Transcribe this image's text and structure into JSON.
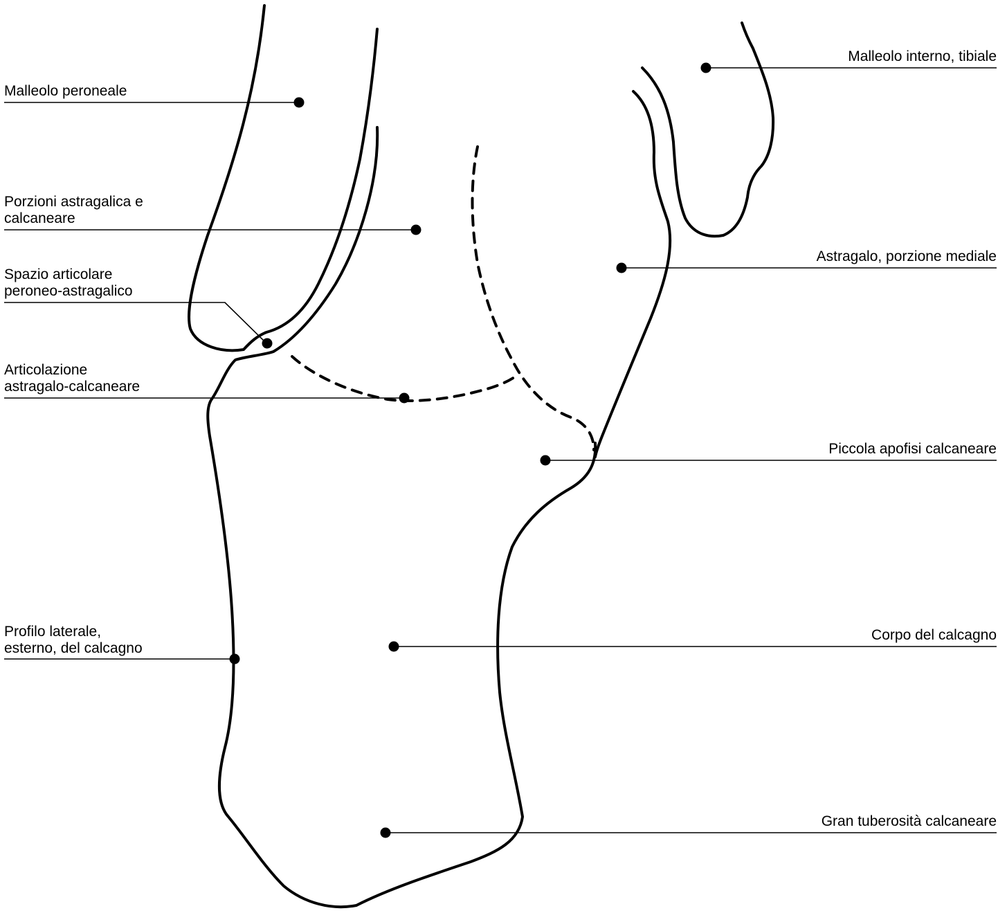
{
  "labels": {
    "malleolo_peroneale": "Malleolo peroneale",
    "porzioni": [
      "Porzioni astragalica e",
      "calcaneare"
    ],
    "spazio": [
      "Spazio articolare",
      "peroneo-astragalico"
    ],
    "articolazione": [
      "Articolazione",
      "astragalo-calcaneare"
    ],
    "profilo": [
      "Profilo laterale,",
      "esterno, del calcagno"
    ],
    "malleolo_interno": "Malleolo interno, tibiale",
    "astragalo_mediale": "Astragalo, porzione mediale",
    "piccola_apofisi": "Piccola apofisi calcaneare",
    "corpo": "Corpo del calcagno",
    "gran_tuberosita": "Gran tuberosità calcaneare"
  },
  "colors": {
    "line": "#000000",
    "background": "#ffffff"
  }
}
